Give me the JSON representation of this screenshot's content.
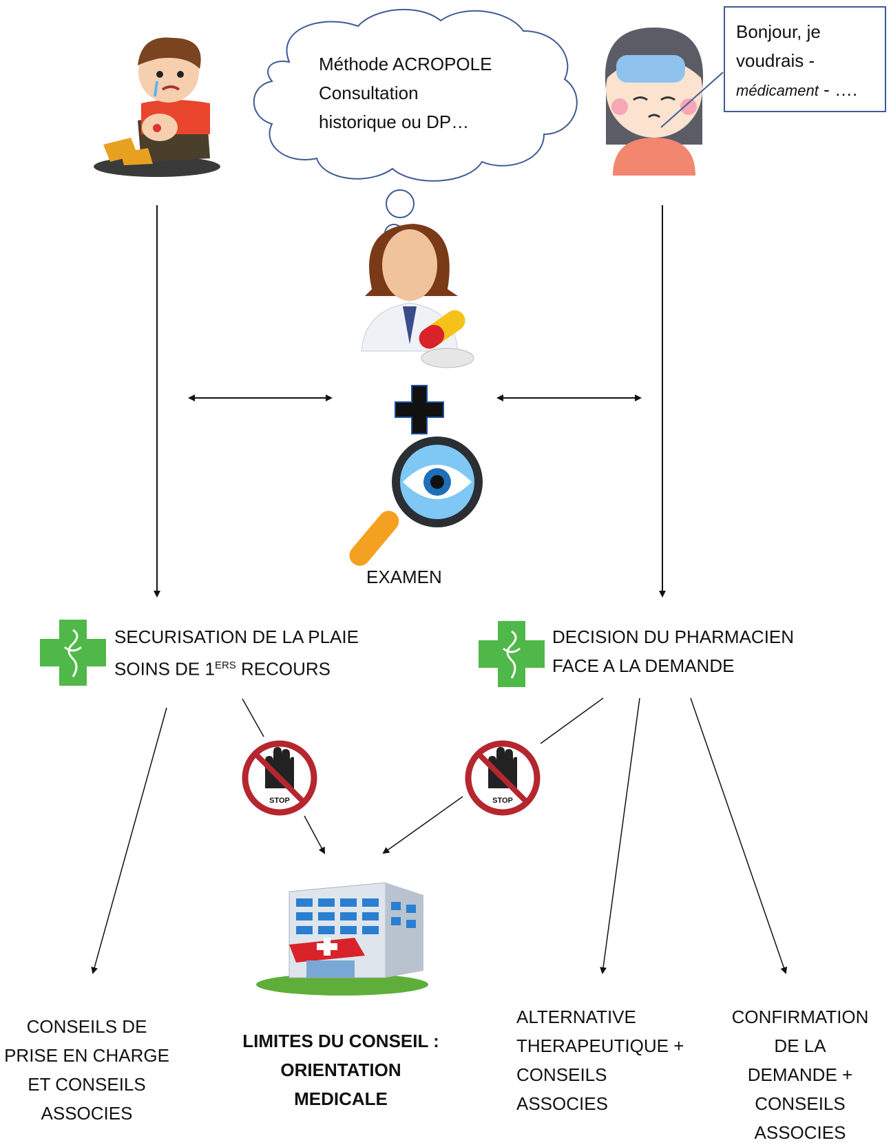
{
  "thought_bubble": {
    "line1": "Méthode ACROPOLE",
    "line2": "Consultation",
    "line3": "historique ou DP…"
  },
  "speech_callout": {
    "line1": "Bonjour, je",
    "line2": "voudrais -",
    "line3_italic": "médicament",
    "line3_rest": " - …."
  },
  "exam_label": "EXAMEN",
  "left_node": {
    "line1": "SECURISATION DE LA PLAIE",
    "line2_a": "SOINS DE 1",
    "line2_sup": "ERS",
    "line2_b": " RECOURS"
  },
  "right_node": {
    "line1": "DECISION DU PHARMACIEN",
    "line2": "FACE A LA DEMANDE"
  },
  "stop_sign_text": "STOP",
  "outcomes": {
    "conseils": [
      "CONSEILS DE",
      "PRISE EN CHARGE",
      "ET CONSEILS",
      "ASSOCIES"
    ],
    "limites": [
      "LIMITES DU CONSEIL :",
      "ORIENTATION",
      "MEDICALE"
    ],
    "alternative": [
      "ALTERNATIVE",
      "THERAPEUTIQUE +",
      "CONSEILS",
      "ASSOCIES"
    ],
    "confirmation": [
      "CONFIRMATION",
      "DE LA",
      "DEMANDE +",
      "CONSEILS",
      "ASSOCIES"
    ]
  },
  "colors": {
    "pharmacy_green": "#4fb848",
    "stop_red": "#b5262e",
    "callout_border": "#3d5a93",
    "magnifier_blue": "#1e88e5",
    "handle_orange": "#f4a020"
  }
}
